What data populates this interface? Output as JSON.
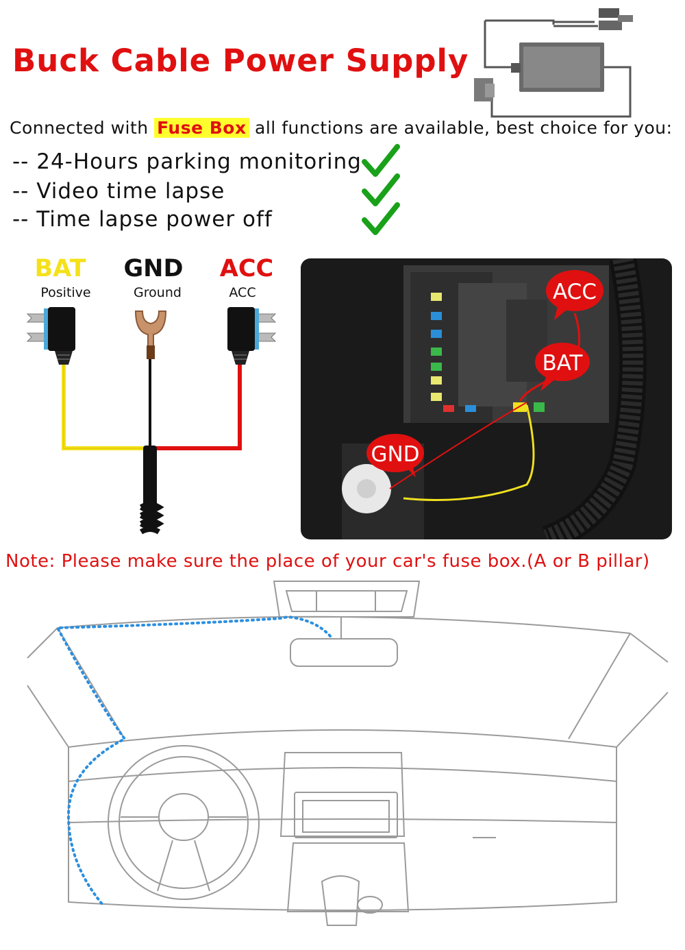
{
  "title": "Buck Cable Power Supply",
  "intro": {
    "before": "Connected with ",
    "highlight": "Fuse Box",
    "after": " all functions are available, best choice for you:"
  },
  "features": [
    "-- 24-Hours parking monitoring",
    "-- Video time lapse",
    "-- Time lapse power off"
  ],
  "wires": [
    {
      "label": "BAT",
      "sublabel": "Positive",
      "color": "#f5e11a"
    },
    {
      "label": "GND",
      "sublabel": "Ground",
      "color": "#111111"
    },
    {
      "label": "ACC",
      "sublabel": "ACC",
      "color": "#e01010"
    }
  ],
  "photo_labels": {
    "acc": "ACC",
    "bat": "BAT",
    "gnd": "GND"
  },
  "note": "Note: Please make sure the place of your car's fuse box.(A or B pillar)",
  "colors": {
    "accent_red": "#e01010",
    "highlight_yellow": "#ffff2e",
    "check_green": "#1aa11a",
    "route_blue": "#2b8fe0"
  }
}
